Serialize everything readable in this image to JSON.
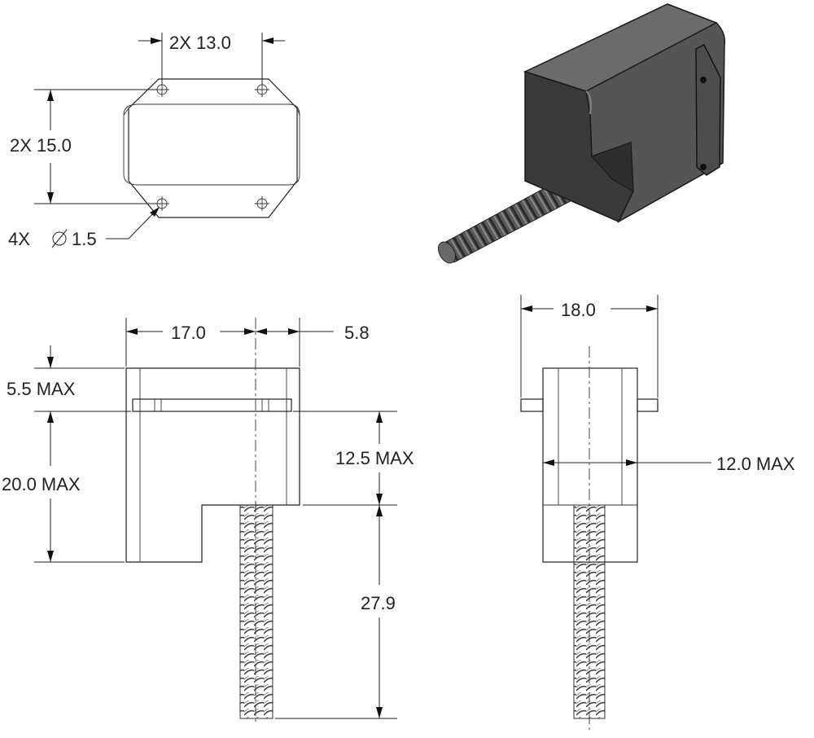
{
  "top_view": {
    "hole_spacing_x": "2X  13.0",
    "hole_spacing_y": "2X  15.0",
    "hole_count": "4X",
    "hole_diameter": "1.5"
  },
  "side_view": {
    "width": "17.0",
    "offset": "5.8",
    "cap_height": "5.5 MAX",
    "body_height": "20.0 MAX",
    "upper_height": "12.5 MAX",
    "screw_length": "27.9"
  },
  "front_view": {
    "width": "18.0",
    "body_width": "12.0 MAX"
  },
  "iso_view": {
    "body_color": "#4a4a4a",
    "dark_color": "#2a2a2a"
  }
}
